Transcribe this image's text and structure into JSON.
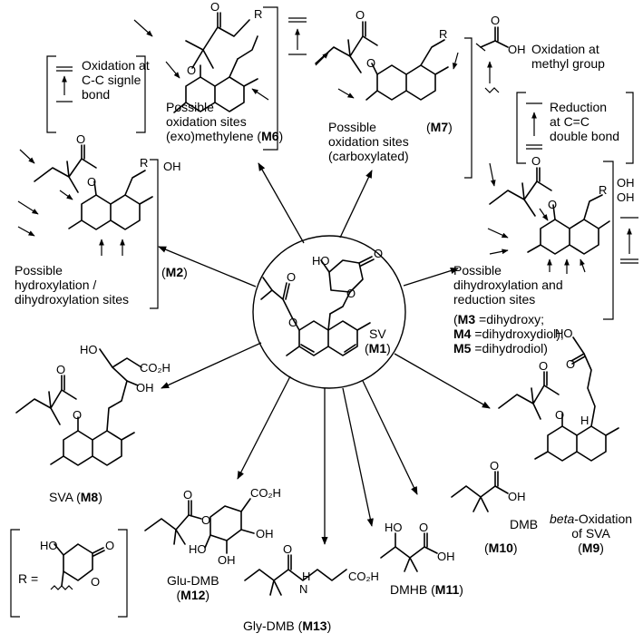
{
  "compounds": {
    "m1": {
      "name": "SV",
      "code": "M1"
    },
    "m2": {
      "caption": [
        "Possible",
        "hydroxylation /",
        "dihydroxylation sites"
      ],
      "code": "M2",
      "substituent": "OH"
    },
    "m6": {
      "caption": [
        "Possible",
        "oxidation sites",
        "(exo)methylene"
      ],
      "code": "M6"
    },
    "m7": {
      "caption": [
        "Possible",
        "oxidation sites",
        "(carboxylated)"
      ],
      "code": "M7"
    },
    "m3m4m5": {
      "caption": [
        "Possible",
        "dihydroxylation and",
        "reduction sites"
      ],
      "codes": [
        "M3",
        "M4",
        "M5"
      ],
      "desc": [
        "=dihydroxy;",
        "=dihydroxydiol);",
        "=dihydrodiol)"
      ],
      "substituents": [
        "OH",
        "OH"
      ]
    },
    "m8": {
      "name": "SVA",
      "code": "M8"
    },
    "m9": {
      "prefix": "beta",
      "caption": [
        "-Oxidation",
        "of SVA"
      ],
      "code": "M9"
    },
    "m10": {
      "name": "DMB",
      "code": "M10"
    },
    "m11": {
      "name": "DMHB",
      "code": "M11"
    },
    "m12": {
      "name": "Glu-DMB",
      "code": "M12"
    },
    "m13": {
      "name": "Gly-DMB",
      "code": "M13"
    }
  },
  "annotations": {
    "cc_oxidation": [
      "Oxidation at",
      "C-C signle",
      "bond"
    ],
    "methyl_oxidation": [
      "Oxidation at",
      "methyl group"
    ],
    "cc_reduction": [
      "Reduction",
      "at C=C",
      "double bond"
    ],
    "r_definition": "R ="
  },
  "atom_labels": {
    "O": "O",
    "OH": "OH",
    "HO": "HO",
    "CO2H": "CO₂H",
    "H": "H",
    "N": "N",
    "R": "R"
  }
}
